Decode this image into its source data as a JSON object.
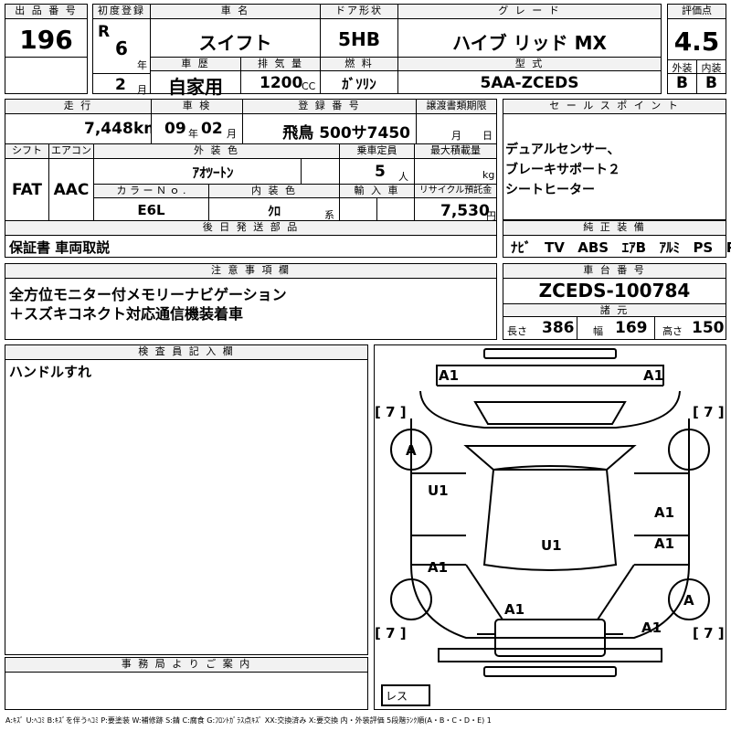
{
  "lot": {
    "label": "出 品 番 号",
    "value": "196"
  },
  "first_reg": {
    "label": "初度登録",
    "era": "R",
    "year": "6",
    "year_unit": "年",
    "month": "2",
    "month_unit": "月"
  },
  "car_name": {
    "label": "車  名",
    "value": "スイフト"
  },
  "door": {
    "label": "ドア形状",
    "value": "5HB"
  },
  "grade": {
    "label": "グ レ ー ド",
    "value": "ハイブ リッド MX"
  },
  "score": {
    "label": "評価点",
    "value": "4.5",
    "ext_label": "外装",
    "int_label": "内装",
    "ext": "B",
    "int": "B"
  },
  "history": {
    "label": "車  歴",
    "value": "自家用"
  },
  "displacement": {
    "label": "排 気 量",
    "value": "1200",
    "unit": "CC"
  },
  "fuel": {
    "label": "燃  料",
    "value": "ｶﾞｿﾘﾝ"
  },
  "model": {
    "label": "型  式",
    "value": "5AA-ZCEDS"
  },
  "mileage": {
    "label": "走  行",
    "value": "7,448",
    "unit": "km"
  },
  "inspection": {
    "label": "車  検",
    "year": "09",
    "year_unit": "年",
    "month": "02",
    "month_unit": "月"
  },
  "plate": {
    "label": "登 録 番 号",
    "value": "飛鳥 500サ7450"
  },
  "transfer": {
    "label": "譲渡書類期限",
    "month_unit": "月",
    "day_unit": "日"
  },
  "sales_points": {
    "label": "セ ー ル ス ポ イ ン ト",
    "lines": [
      "デュアルセンサー、",
      "ブレーキサポート２",
      "シートヒーター"
    ]
  },
  "shift": {
    "label": "シフト",
    "value": "FAT"
  },
  "aircon": {
    "label": "エアコン",
    "value": "AAC"
  },
  "ext_color": {
    "label": "外 装 色",
    "value": "ｱｵﾂｰﾄﾝ"
  },
  "capacity": {
    "label": "乗車定員",
    "value": "5",
    "unit": "人"
  },
  "max_load": {
    "label": "最大積載量",
    "unit": "kg"
  },
  "color_no": {
    "label": "カ ラ ー Ｎ ｏ .",
    "value": "E6L"
  },
  "int_color": {
    "label": "内 装 色",
    "value": "ｸﾛ",
    "unit": "系"
  },
  "import": {
    "label": "輸 入 車"
  },
  "recycle": {
    "label": "リサイクル預託金",
    "value": "7,530",
    "unit": "円"
  },
  "later_parts": {
    "label": "後 日 発 送 部 品",
    "value": "保証書 車両取説"
  },
  "equipment": {
    "label": "純 正 装 備",
    "items": [
      "ﾅﾋﾞ",
      "TV",
      "ABS",
      "ｴｱB",
      "ｱﾙﾐ",
      "PS",
      "PW"
    ]
  },
  "notes": {
    "label": "注 意 事 項 欄",
    "lines": [
      "全方位モニター付メモリーナビゲーション",
      "＋スズキコネクト対応通信機装着車"
    ]
  },
  "chassis": {
    "label": "車 台 番 号",
    "value": "ZCEDS-100784"
  },
  "specs": {
    "label": "諸 元",
    "length_label": "長さ",
    "length": "386",
    "width_label": "幅",
    "width": "169",
    "height_label": "高さ",
    "height": "150"
  },
  "inspector": {
    "label": "検 査 員 記 入 欄",
    "value": "ハンドルすれ"
  },
  "office": {
    "label": "事 務 局 よ り ご 案 内"
  },
  "diagram": {
    "marks": {
      "front_left": "A1",
      "front_right": "A1",
      "tire_fl": "A",
      "tire_rr": "A",
      "door_fl": "U1",
      "door_fr": "A1",
      "door_rl": "A1",
      "door_rr": "A1",
      "roof": "U1",
      "rear_left": "A1",
      "rear_right": "A1"
    },
    "tire_depths": {
      "fl": "7",
      "fr": "7",
      "rl": "7",
      "rr": "7"
    },
    "spare": "レス"
  },
  "legend": "A:ｷｽﾞ U:ﾍｺﾐ B:ｷｽﾞを伴うﾍｺﾐ P:要塗装 W:補修跡 S:錆 C:腐食 G:ﾌﾛﾝﾄｶﾞﾗｽ点ｷｽﾞ XX:交換済み X:要交換 内・外装評価 5段階ﾗﾝｸ順(A・B・C・D・E) 1"
}
